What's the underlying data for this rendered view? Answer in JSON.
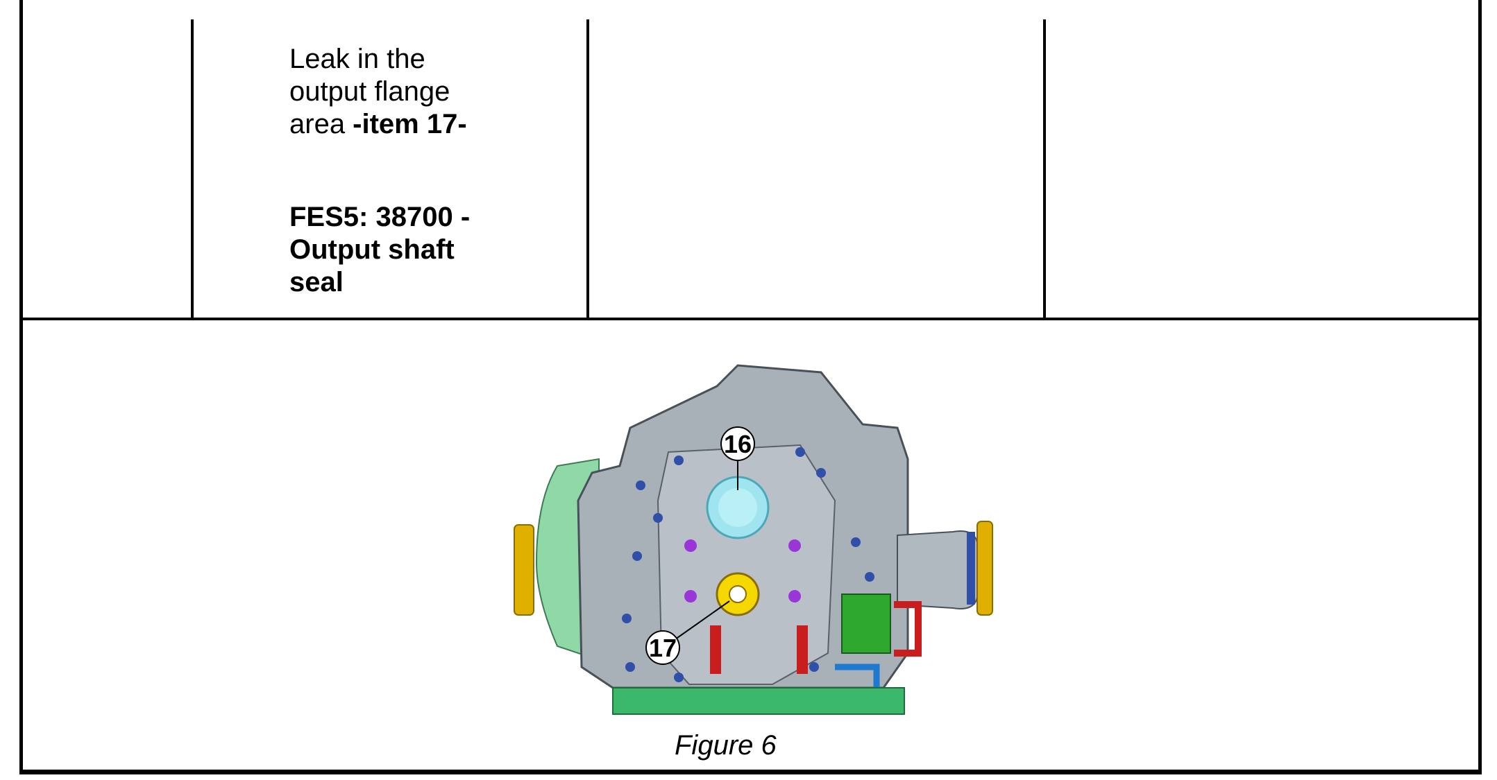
{
  "table": {
    "row1": {
      "issue_line1": "Leak in the",
      "issue_line2": "output flange",
      "issue_line3_prefix": "area ",
      "issue_line3_bold": "-item 17-",
      "fes_line1": "FES5: 38700 -",
      "fes_line2": "Output shaft",
      "fes_line3": "seal"
    }
  },
  "figure": {
    "callout_16": "16",
    "callout_17": "17",
    "caption": "Figure 6"
  },
  "colors": {
    "housing": "#a8b0b8",
    "seal_16": "#9fe4ee",
    "seal_17": "#e8c400",
    "flange": "#e0b000",
    "cooler": "#2fa82f",
    "bolts": "#2f4fa8",
    "dowels": "#9a36d8"
  }
}
